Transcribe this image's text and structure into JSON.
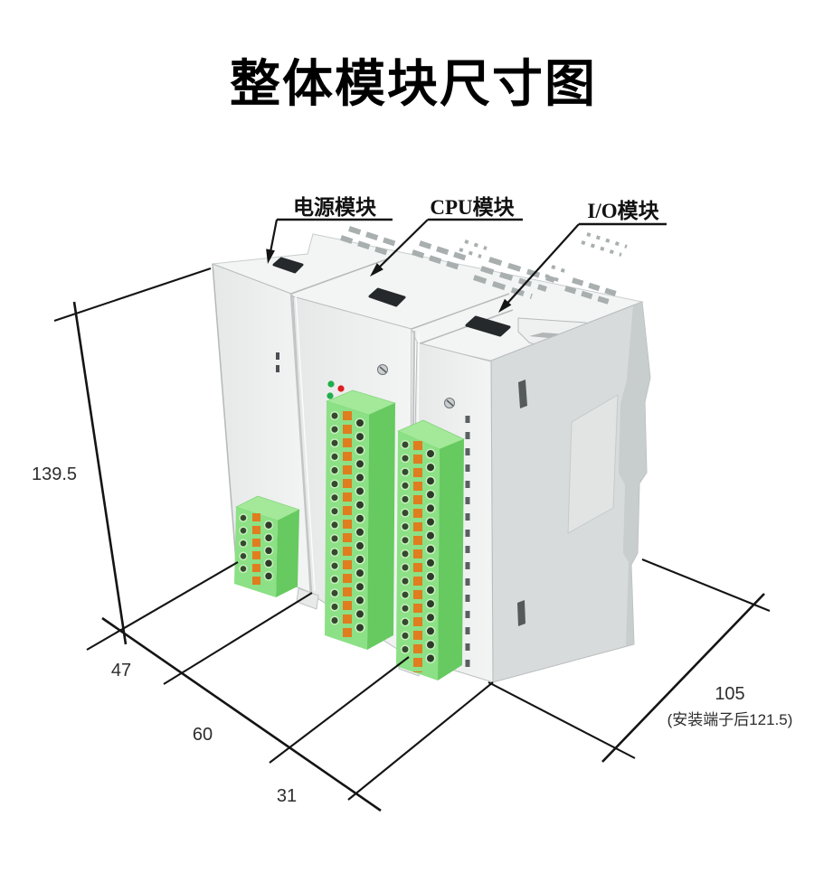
{
  "title": "整体模块尺寸图",
  "device": {
    "module_labels": {
      "power": "电源模块",
      "cpu": "CPU模块",
      "io": "I/O模块"
    }
  },
  "dims": {
    "height": "139.5",
    "width_power": "47",
    "width_cpu": "60",
    "width_io": "31",
    "depth": "105",
    "depth_note": "(安装端子后121.5)"
  },
  "colors": {
    "terminal_green": "#8ce085",
    "terminal_green_dark": "#66ca60",
    "terminal_green_top": "#a3e999",
    "clamp_orange": "#e07d1e",
    "led_green": "#1fae4b",
    "led_red": "#dc1f1f",
    "line_color": "#141414",
    "dim_text_color": "#2d2d2d"
  }
}
